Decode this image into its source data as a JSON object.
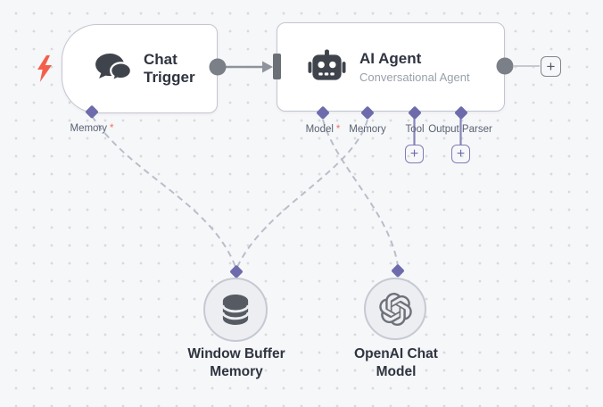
{
  "canvas": {
    "background": "#f6f7f9",
    "dot_color": "#d7dade"
  },
  "ui": {
    "plus": "+"
  },
  "chat_trigger": {
    "title": "Chat Trigger",
    "icon": "chat-bubbles-icon",
    "trigger_icon": "lightning-bolt-icon",
    "ports": {
      "memory": {
        "label": "Memory",
        "required_mark": "*"
      }
    }
  },
  "ai_agent": {
    "title": "AI Agent",
    "subtitle": "Conversational Agent",
    "icon": "robot-icon",
    "ports": {
      "model": {
        "label": "Model",
        "required_mark": "*"
      },
      "memory": {
        "label": "Memory",
        "required_mark": ""
      },
      "tool": {
        "label": "Tool",
        "required_mark": ""
      },
      "output_parser": {
        "label": "Output Parser",
        "required_mark": ""
      }
    }
  },
  "window_buffer_memory": {
    "title": "Window Buffer Memory",
    "icon": "database-icon"
  },
  "openai_chat_model": {
    "title": "OpenAI Chat Model",
    "icon": "openai-logo-icon"
  },
  "connections": [
    {
      "from": "chat-trigger-output",
      "to": "ai-agent-input",
      "style": "solid-arrow"
    },
    {
      "from": "ai-agent-output",
      "to": "add-node-button",
      "style": "solid"
    },
    {
      "from": "chat-trigger-memory-port",
      "to": "window-buffer-memory",
      "style": "dashed"
    },
    {
      "from": "ai-agent-memory-port",
      "to": "window-buffer-memory",
      "style": "dashed"
    },
    {
      "from": "ai-agent-model-port",
      "to": "openai-chat-model",
      "style": "dashed"
    },
    {
      "from": "ai-agent-tool-port",
      "to": "add-tool-button",
      "style": "stub"
    },
    {
      "from": "ai-agent-output-parser-port",
      "to": "add-output-parser-button",
      "style": "stub"
    }
  ],
  "colors": {
    "node_border": "#c3c6d1",
    "node_bg": "#ffffff",
    "connector_diamond": "#6e6bad",
    "dashed_wire": "#b9bec9",
    "solid_wire": "#8f939c",
    "wire_to_plus": "#c6c9cf",
    "input_bar": "#6b6f76",
    "output_circle": "#7a7f88",
    "plus_purple_border": "#807db5",
    "plus_gray_border": "#82868f",
    "lightning_red": "#f2604d",
    "required_asterisk": "#f56b6b",
    "title_text": "#2f3440",
    "subtitle_text": "#9aa0ab",
    "port_label_text": "#5a6172",
    "icon_dark": "#3f434b",
    "icon_gray": "#6e7179",
    "circle_node_bg": "#eceef2",
    "circle_node_border": "#c6c9d2"
  }
}
